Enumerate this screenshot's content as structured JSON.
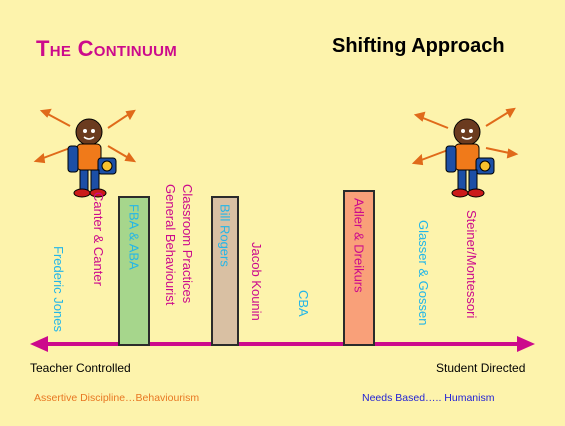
{
  "slide": {
    "title": "The Continuum",
    "subtitle": "Shifting Approach"
  },
  "continuum": {
    "left_end": "Teacher Controlled",
    "right_end": "Student Directed",
    "left_philosophy": "Assertive Discipline…Behaviourism",
    "right_philosophy": "Needs Based….. Humanism",
    "arrow_color": "#cc0a8c"
  },
  "approaches": [
    {
      "label": "Frederic Jones",
      "color": "#23b6e8"
    },
    {
      "label": "Canter & Canter",
      "color": "#cc0a8c"
    },
    {
      "label": "FBA & ABA",
      "color": "#23b6e8",
      "box_color": "#a6d68c"
    },
    {
      "label_line1": "General Behaviourist",
      "label_line2": "Classroom Practices",
      "color": "#cc0a8c"
    },
    {
      "label": "Bill Rogers",
      "color": "#23b6e8",
      "box_color": "#d9c0a3"
    },
    {
      "label": "Jacob Kounin",
      "color": "#cc0a8c"
    },
    {
      "label": "CBA",
      "color": "#23b6e8"
    },
    {
      "label": "Adler & Dreikurs",
      "color": "#cc0a8c",
      "box_color": "#f9a079"
    },
    {
      "label": "Glasser & Gossen",
      "color": "#23b6e8"
    },
    {
      "label": "Steiner/Montessori",
      "color": "#cc0a8c"
    }
  ],
  "colors": {
    "background": "#fdf3ac",
    "left_philosophy": "#e87722",
    "right_philosophy": "#1f1fd6",
    "emphasis_rays": "#e06a1a"
  },
  "icons": [
    "student-clipart-icon-left",
    "student-clipart-icon-right"
  ]
}
